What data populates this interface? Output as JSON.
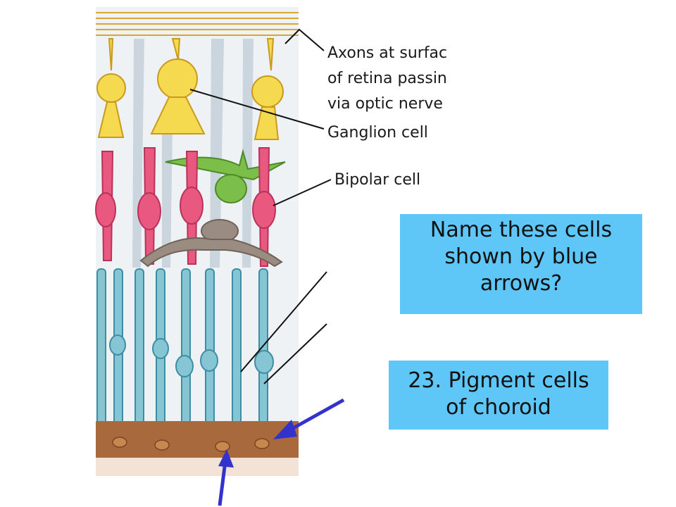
{
  "labels": {
    "axons_line1": "Axons at surfac",
    "axons_line2": "of retina passin",
    "axons_line3": "via optic nerve",
    "ganglion": "Ganglion cell",
    "bipolar": "Bipolar cell"
  },
  "question": {
    "line1": "Name these cells",
    "line2": "shown by blue",
    "line3": "arrows?"
  },
  "answer": {
    "line1": "23. Pigment cells",
    "line2": "of choroid"
  },
  "colors": {
    "box_fill": "#5fc7f7",
    "arrow": "#3333cc",
    "ganglion_cells": "#f5d94e",
    "bipolar_cells": "#e9587e",
    "amacrine_cell": "#7bbf4a",
    "horizontal_cell": "#9a8c80",
    "photoreceptors": "#86c6d4",
    "pigment_layer": "#a86a3c"
  }
}
